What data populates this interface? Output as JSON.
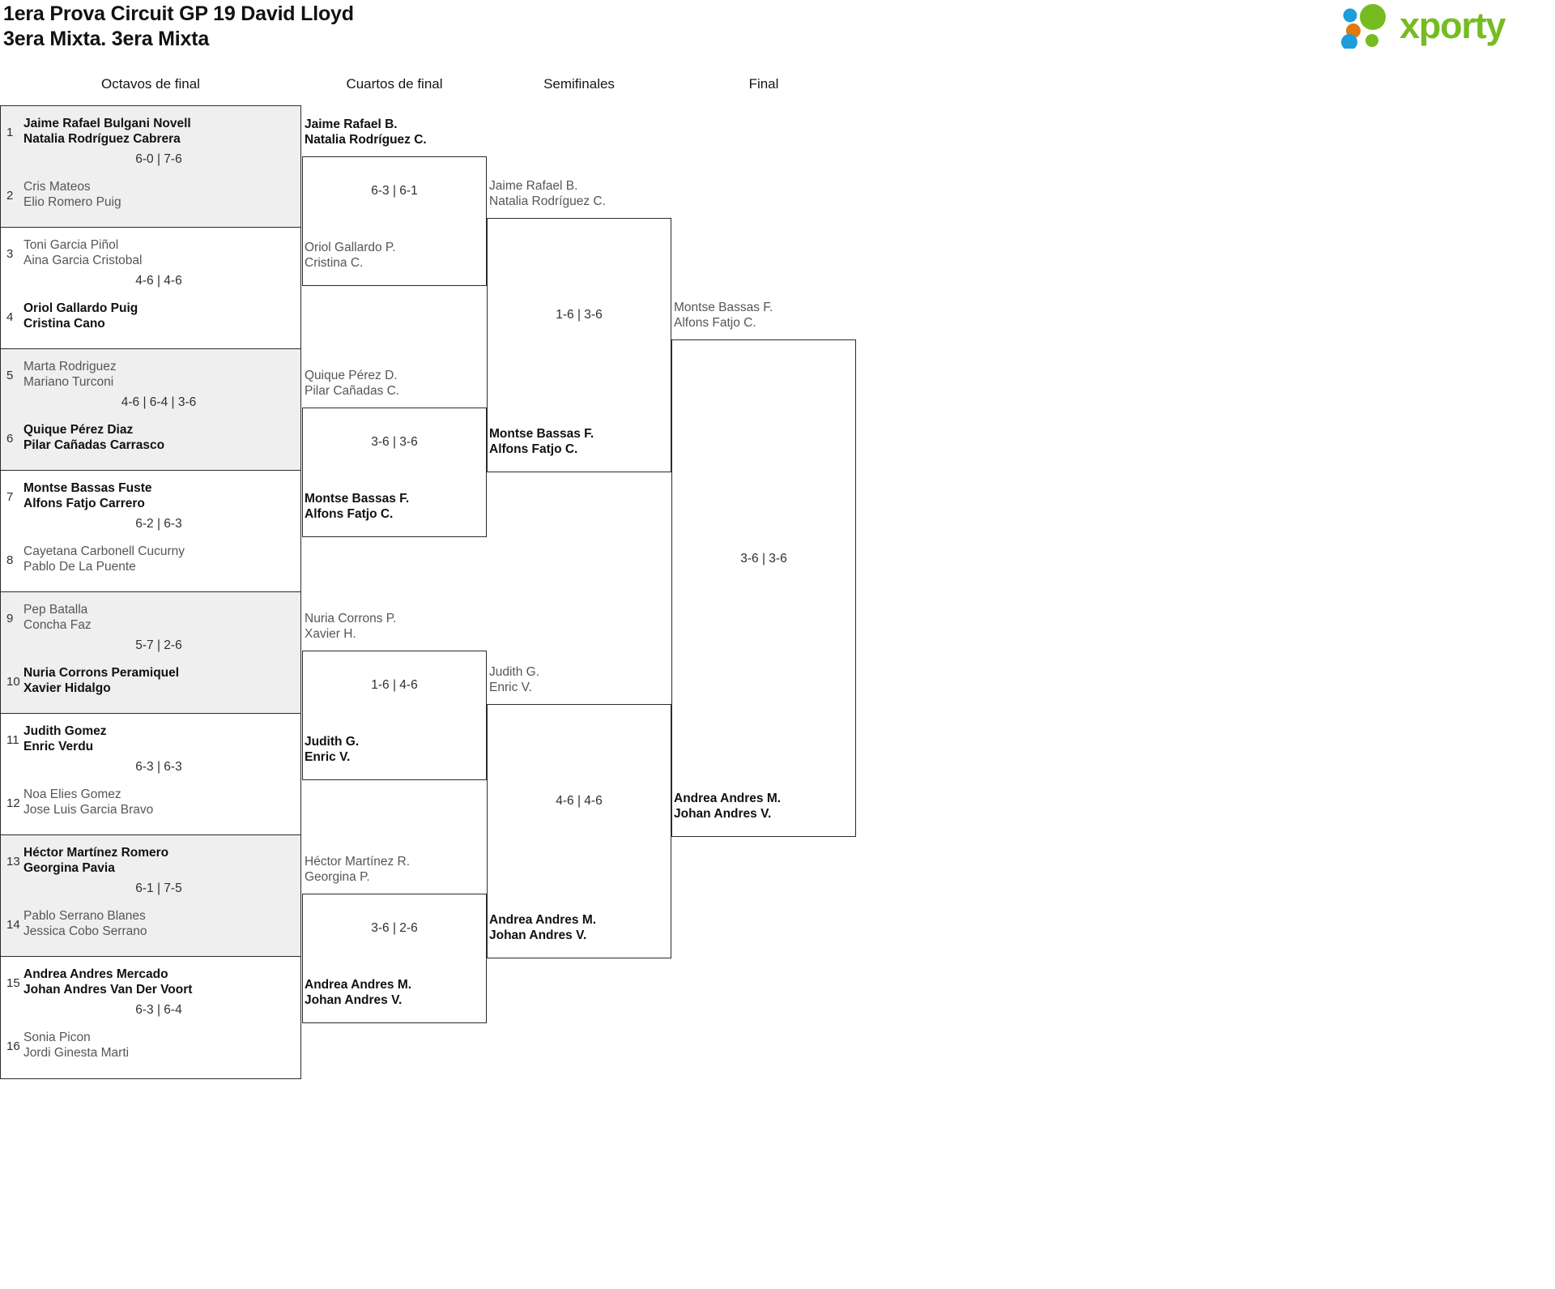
{
  "header": {
    "title_line1": "1era Prova Circuit GP 19 David Lloyd",
    "title_line2": "3era Mixta. 3era Mixta",
    "logo_text": "xporty",
    "logo_colors": {
      "green": "#76bc21",
      "blue": "#1d9dd9",
      "orange": "#e2790f"
    }
  },
  "rounds": [
    {
      "label": "Octavos de final"
    },
    {
      "label": "Cuartos de final"
    },
    {
      "label": "Semifinales"
    },
    {
      "label": "Final"
    }
  ],
  "round_of_16": [
    {
      "seed_top": "1",
      "seed_bottom": "2",
      "top_p1": "Jaime Rafael Bulgani Novell",
      "top_p2": "Natalia Rodríguez Cabrera",
      "bottom_p1": "Cris Mateos",
      "bottom_p2": "Elio Romero Puig",
      "score": "6-0 | 7-6",
      "winner": "top",
      "shaded": true
    },
    {
      "seed_top": "3",
      "seed_bottom": "4",
      "top_p1": "Toni Garcia Piñol",
      "top_p2": "Aina Garcia Cristobal",
      "bottom_p1": "Oriol Gallardo Puig",
      "bottom_p2": "Cristina Cano",
      "score": "4-6 | 4-6",
      "winner": "bottom",
      "shaded": false
    },
    {
      "seed_top": "5",
      "seed_bottom": "6",
      "top_p1": "Marta Rodriguez",
      "top_p2": "Mariano Turconi",
      "bottom_p1": "Quique Pérez Diaz",
      "bottom_p2": "Pilar Cañadas Carrasco",
      "score": "4-6 | 6-4 | 3-6",
      "winner": "bottom",
      "shaded": true
    },
    {
      "seed_top": "7",
      "seed_bottom": "8",
      "top_p1": "Montse Bassas Fuste",
      "top_p2": "Alfons Fatjo Carrero",
      "bottom_p1": "Cayetana Carbonell Cucurny",
      "bottom_p2": "Pablo De La Puente",
      "score": "6-2 | 6-3",
      "winner": "top",
      "shaded": false
    },
    {
      "seed_top": "9",
      "seed_bottom": "10",
      "top_p1": "Pep Batalla",
      "top_p2": "Concha Faz",
      "bottom_p1": "Nuria Corrons Peramiquel",
      "bottom_p2": "Xavier Hidalgo",
      "score": "5-7 | 2-6",
      "winner": "bottom",
      "shaded": true
    },
    {
      "seed_top": "11",
      "seed_bottom": "12",
      "top_p1": "Judith Gomez",
      "top_p2": "Enric Verdu",
      "bottom_p1": "Noa Elies Gomez",
      "bottom_p2": "Jose Luis Garcia Bravo",
      "score": "6-3 | 6-3",
      "winner": "top",
      "shaded": false
    },
    {
      "seed_top": "13",
      "seed_bottom": "14",
      "top_p1": "Héctor Martínez Romero",
      "top_p2": "Georgina Pavia",
      "bottom_p1": "Pablo Serrano Blanes",
      "bottom_p2": "Jessica Cobo Serrano",
      "score": "6-1 | 7-5",
      "winner": "top",
      "shaded": true
    },
    {
      "seed_top": "15",
      "seed_bottom": "16",
      "top_p1": "Andrea Andres Mercado",
      "top_p2": "Johan Andres Van Der Voort",
      "bottom_p1": "Sonia Picon",
      "bottom_p2": "Jordi Ginesta Marti",
      "score": "6-3 | 6-4",
      "winner": "top",
      "shaded": false
    }
  ],
  "quarter_finals": [
    {
      "top_p1": "Jaime Rafael B.",
      "top_p2": "Natalia Rodríguez C.",
      "bottom_p1": "Oriol Gallardo P.",
      "bottom_p2": "Cristina C.",
      "score": "6-3 | 6-1",
      "winner": "top"
    },
    {
      "top_p1": "Quique Pérez D.",
      "top_p2": "Pilar Cañadas C.",
      "bottom_p1": "Montse Bassas F.",
      "bottom_p2": "Alfons Fatjo C.",
      "score": "3-6 | 3-6",
      "winner": "bottom"
    },
    {
      "top_p1": "Nuria Corrons P.",
      "top_p2": "Xavier H.",
      "bottom_p1": "Judith G.",
      "bottom_p2": "Enric V.",
      "score": "1-6 | 4-6",
      "winner": "bottom"
    },
    {
      "top_p1": "Héctor Martínez R.",
      "top_p2": "Georgina P.",
      "bottom_p1": "Andrea Andres M.",
      "bottom_p2": "Johan Andres V.",
      "score": "3-6 | 2-6",
      "winner": "bottom"
    }
  ],
  "semi_finals": [
    {
      "top_p1": "Jaime Rafael B.",
      "top_p2": "Natalia Rodríguez C.",
      "bottom_p1": "Montse Bassas F.",
      "bottom_p2": "Alfons Fatjo C.",
      "score": "1-6 | 3-6",
      "winner": "bottom"
    },
    {
      "top_p1": "Judith G.",
      "top_p2": "Enric V.",
      "bottom_p1": "Andrea Andres M.",
      "bottom_p2": "Johan Andres V.",
      "score": "4-6 | 4-6",
      "winner": "bottom"
    }
  ],
  "final": [
    {
      "top_p1": "Montse Bassas F.",
      "top_p2": "Alfons Fatjo C.",
      "bottom_p1": "Andrea Andres M.",
      "bottom_p2": "Johan Andres V.",
      "score": "3-6 | 3-6",
      "winner": "bottom"
    }
  ]
}
